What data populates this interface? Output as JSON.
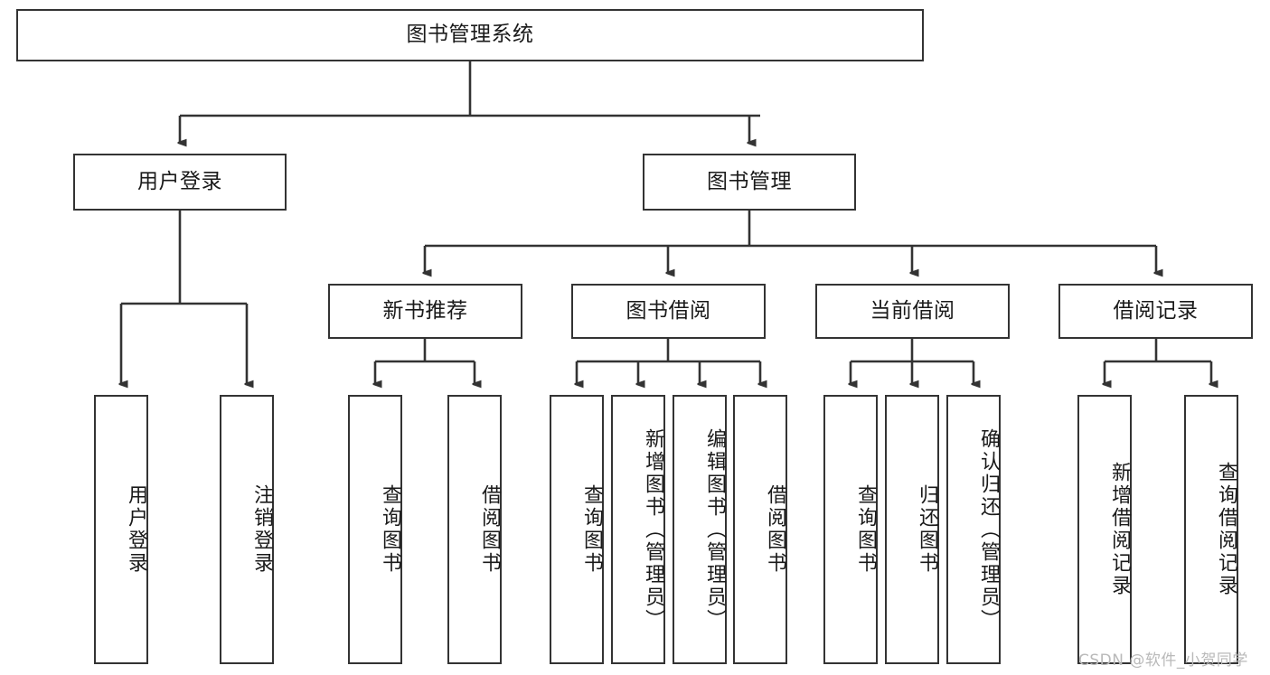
{
  "diagram": {
    "type": "tree",
    "title": "图书管理系统",
    "root": {
      "label": "图书管理系统"
    },
    "level2": [
      {
        "label": "用户登录"
      },
      {
        "label": "图书管理"
      }
    ],
    "level3": [
      {
        "label": "新书推荐"
      },
      {
        "label": "图书借阅"
      },
      {
        "label": "当前借阅"
      },
      {
        "label": "借阅记录"
      }
    ],
    "leaves": {
      "user_login": [
        {
          "label": "用户登录"
        },
        {
          "label": "注销登录"
        }
      ],
      "new_book_recommend": [
        {
          "label": "查询图书"
        },
        {
          "label": "借阅图书"
        }
      ],
      "book_borrow": [
        {
          "label": "查询图书"
        },
        {
          "label": "新增图书（管理员）"
        },
        {
          "label": "编辑图书（管理员）"
        },
        {
          "label": "借阅图书"
        }
      ],
      "current_borrow": [
        {
          "label": "查询图书"
        },
        {
          "label": "归还图书"
        },
        {
          "label": "确认归还（管理员）"
        }
      ],
      "borrow_record": [
        {
          "label": "新增借阅记录"
        },
        {
          "label": "查询借阅记录"
        }
      ]
    }
  },
  "watermark": {
    "text": "CSDN @软件_小贺同学"
  },
  "colors": {
    "stroke": "#333333",
    "box_fill": "#ffffff",
    "text": "#1a1a1a",
    "watermark": "#b9b9b9",
    "background": "#ffffff"
  }
}
